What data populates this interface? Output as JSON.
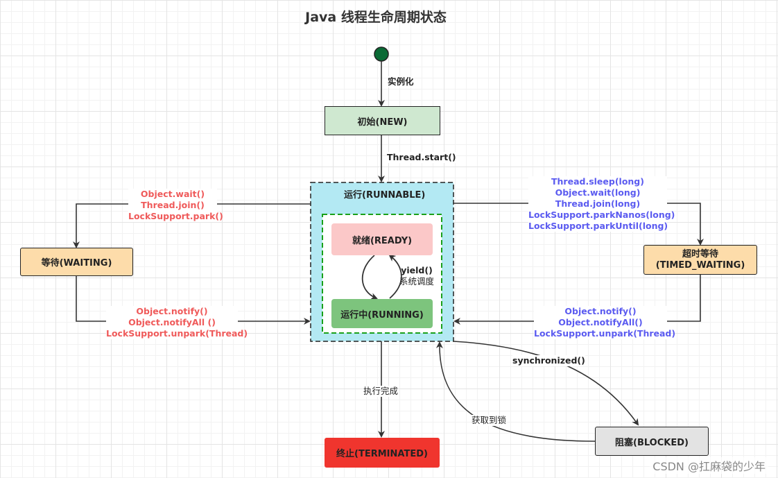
{
  "title": "Java 线程生命周期状态",
  "states": {
    "new": "初始(NEW)",
    "runnable": "运行(RUNNABLE)",
    "ready": "就绪(READY)",
    "running": "运行中(RUNNING)",
    "waiting": "等待(WAITING)",
    "timed_waiting_line1": "超时等待",
    "timed_waiting_line2": "(TIMED_WAITING)",
    "terminated": "终止(TERMINATED)",
    "blocked": "阻塞(BLOCKED)"
  },
  "transitions": {
    "instantiate": "实例化",
    "start": "Thread.start()",
    "to_waiting": [
      "Object.wait()",
      "Thread.join()",
      "LockSupport.park()"
    ],
    "from_waiting": [
      "Object.notify()",
      "Object.notifyAll  ()",
      "LockSupport.unpark(Thread)"
    ],
    "to_timed_waiting": [
      "Thread.sleep(long)",
      "Object.wait(long)",
      "Thread.join(long)",
      "LockSupport.parkNanos(long)",
      "LockSupport.parkUntil(long)"
    ],
    "from_timed_waiting": [
      "Object.notify()",
      "Object.notifyAll()",
      "LockSupport.unpark(Thread)"
    ],
    "yield_line1": "yield()",
    "yield_line2": "系统调度",
    "finish": "执行完成",
    "synchronized": "synchronized()",
    "acquire_lock": "获取到锁"
  },
  "watermark": "CSDN @扛麻袋的少年",
  "colors": {
    "new_fill": "#cfe8d0",
    "runnable_fill": "#b3e9f3",
    "ready_fill": "#fbc8c8",
    "running_fill": "#7dc47d",
    "waiting_fill": "#fddcaa",
    "terminated_fill": "#f0352e",
    "blocked_fill": "#e3e3e3",
    "start_dot": "#0a6a35",
    "red_text": "#ef5a5a",
    "blue_text": "#5b5bf0"
  }
}
